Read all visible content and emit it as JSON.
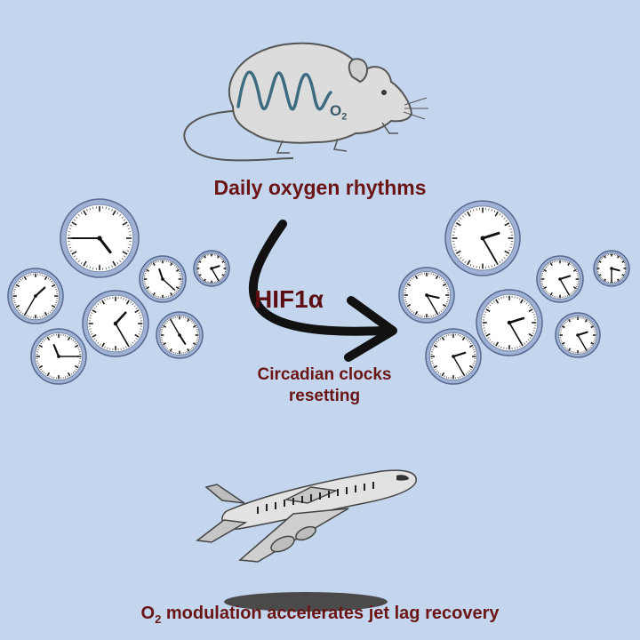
{
  "mouse": {
    "o2_main": "O",
    "o2_sub": "2"
  },
  "labels": {
    "rhythm": "Daily oxygen rhythms",
    "hif_main": "HIF1",
    "hif_alpha": "α",
    "reset_line1": "Circadian clocks",
    "reset_line2": "resetting",
    "bottom_o": "O",
    "bottom_sub": "2",
    "bottom_rest": " modulation accelerates jet lag recovery"
  },
  "colors": {
    "background": "#c4d6ee",
    "label_text": "#6b1414",
    "clock_ring": "#7c8fb8",
    "wave": "#3d6c80"
  },
  "clocks_left": [
    {
      "hour": 4,
      "minute": 45
    },
    {
      "hour": 1,
      "minute": 35
    },
    {
      "hour": 1,
      "minute": 25
    },
    {
      "hour": 11,
      "minute": 15
    },
    {
      "hour": 11,
      "minute": 22
    },
    {
      "hour": 2,
      "minute": 25
    },
    {
      "hour": 4,
      "minute": 55
    }
  ],
  "clocks_right": [
    {
      "hour": 2,
      "minute": 25
    },
    {
      "hour": 3,
      "minute": 25
    },
    {
      "hour": 2,
      "minute": 25
    },
    {
      "hour": 2,
      "minute": 25
    },
    {
      "hour": 2,
      "minute": 25
    },
    {
      "hour": 3,
      "minute": 30
    },
    {
      "hour": 2,
      "minute": 25
    }
  ]
}
